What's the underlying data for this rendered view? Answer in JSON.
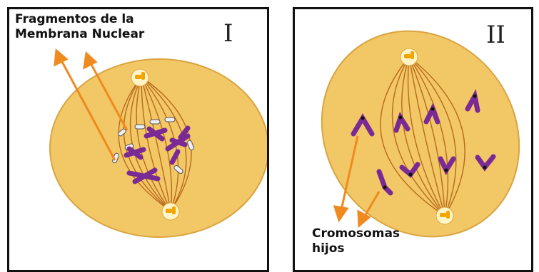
{
  "panels": [
    {
      "numeral": "I",
      "label": "Fragmentos de la\nMembrana Nuclear"
    },
    {
      "numeral": "II",
      "label": "Cromosomas\nhijos"
    }
  ],
  "colors": {
    "cell": "#f2c766",
    "cell_edge": "#d9a441",
    "spindle": "#b86a1e",
    "chromosome": "#7a2a94",
    "arrow": "#f08a1e",
    "fragment": "#e8e8f0"
  }
}
